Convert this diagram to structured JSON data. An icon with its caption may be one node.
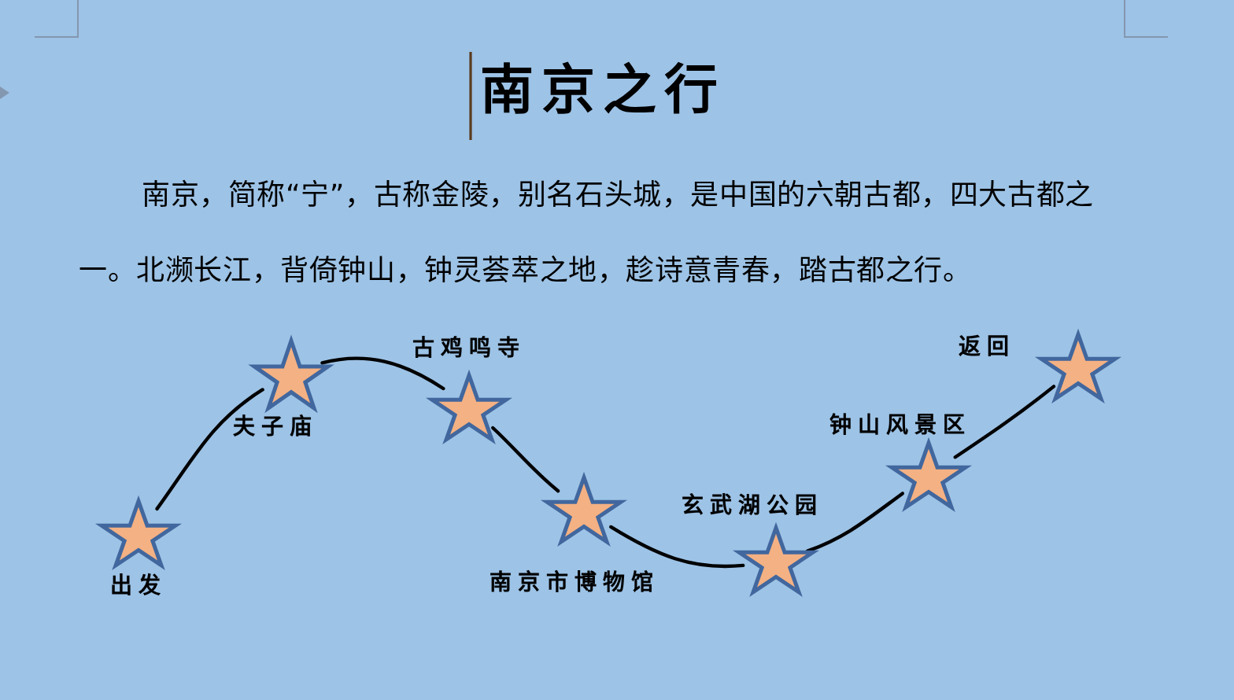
{
  "diagram": {
    "title": "南京之行",
    "nodes": [
      {
        "text": [],
        "shape": "star",
        "beside": [
          "出发"
        ]
      },
      {
        "text": [],
        "shape": "star",
        "beside": [
          "夫子庙"
        ]
      },
      {
        "text": [],
        "shape": "star",
        "beside": [
          "古鸡鸣寺"
        ]
      },
      {
        "text": [],
        "shape": "star",
        "beside": [
          "南京市博物馆"
        ]
      },
      {
        "text": [],
        "shape": "star",
        "beside": [
          "玄武湖公园"
        ]
      },
      {
        "text": [],
        "shape": "star",
        "beside": [
          "钟山风景区"
        ]
      },
      {
        "text": [],
        "shape": "star",
        "beside": [
          "返回"
        ]
      }
    ],
    "edges": [
      {
        "from": 0,
        "to": 1,
        "arrow": "none"
      },
      {
        "from": 1,
        "to": 2,
        "arrow": "none"
      },
      {
        "from": 2,
        "to": 3,
        "arrow": "none"
      },
      {
        "from": 3,
        "to": 4,
        "arrow": "none"
      },
      {
        "from": 4,
        "to": 5,
        "arrow": "none"
      },
      {
        "from": 5,
        "to": 6,
        "arrow": "none"
      }
    ],
    "labels": [
      "南京，简称“宁”，古称金陵，别名石头城，是中国的六朝古都，四大古都之一。北濒长江，背倚钟山，钟灵荟萃之地，趁诗意青春，踏古都之行。"
    ]
  }
}
